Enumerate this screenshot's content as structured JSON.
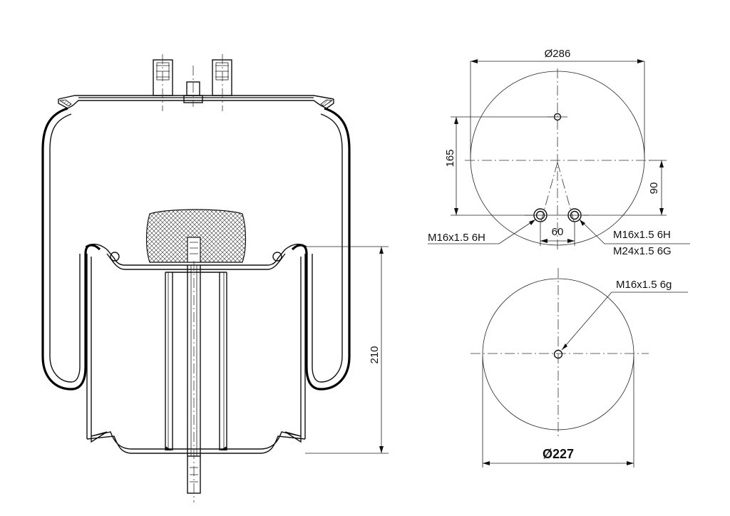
{
  "side_view": {
    "height_dim": "210"
  },
  "top_view": {
    "diameter": "Ø286",
    "dim_165": "165",
    "dim_90": "90",
    "dim_60": "60",
    "thread_left": "M16x1.5 6H",
    "thread_right_1": "M16x1.5 6H",
    "thread_right_2": "M24x1.5 6G"
  },
  "bottom_view": {
    "diameter": "Ø227",
    "thread": "M16x1.5 6g"
  }
}
